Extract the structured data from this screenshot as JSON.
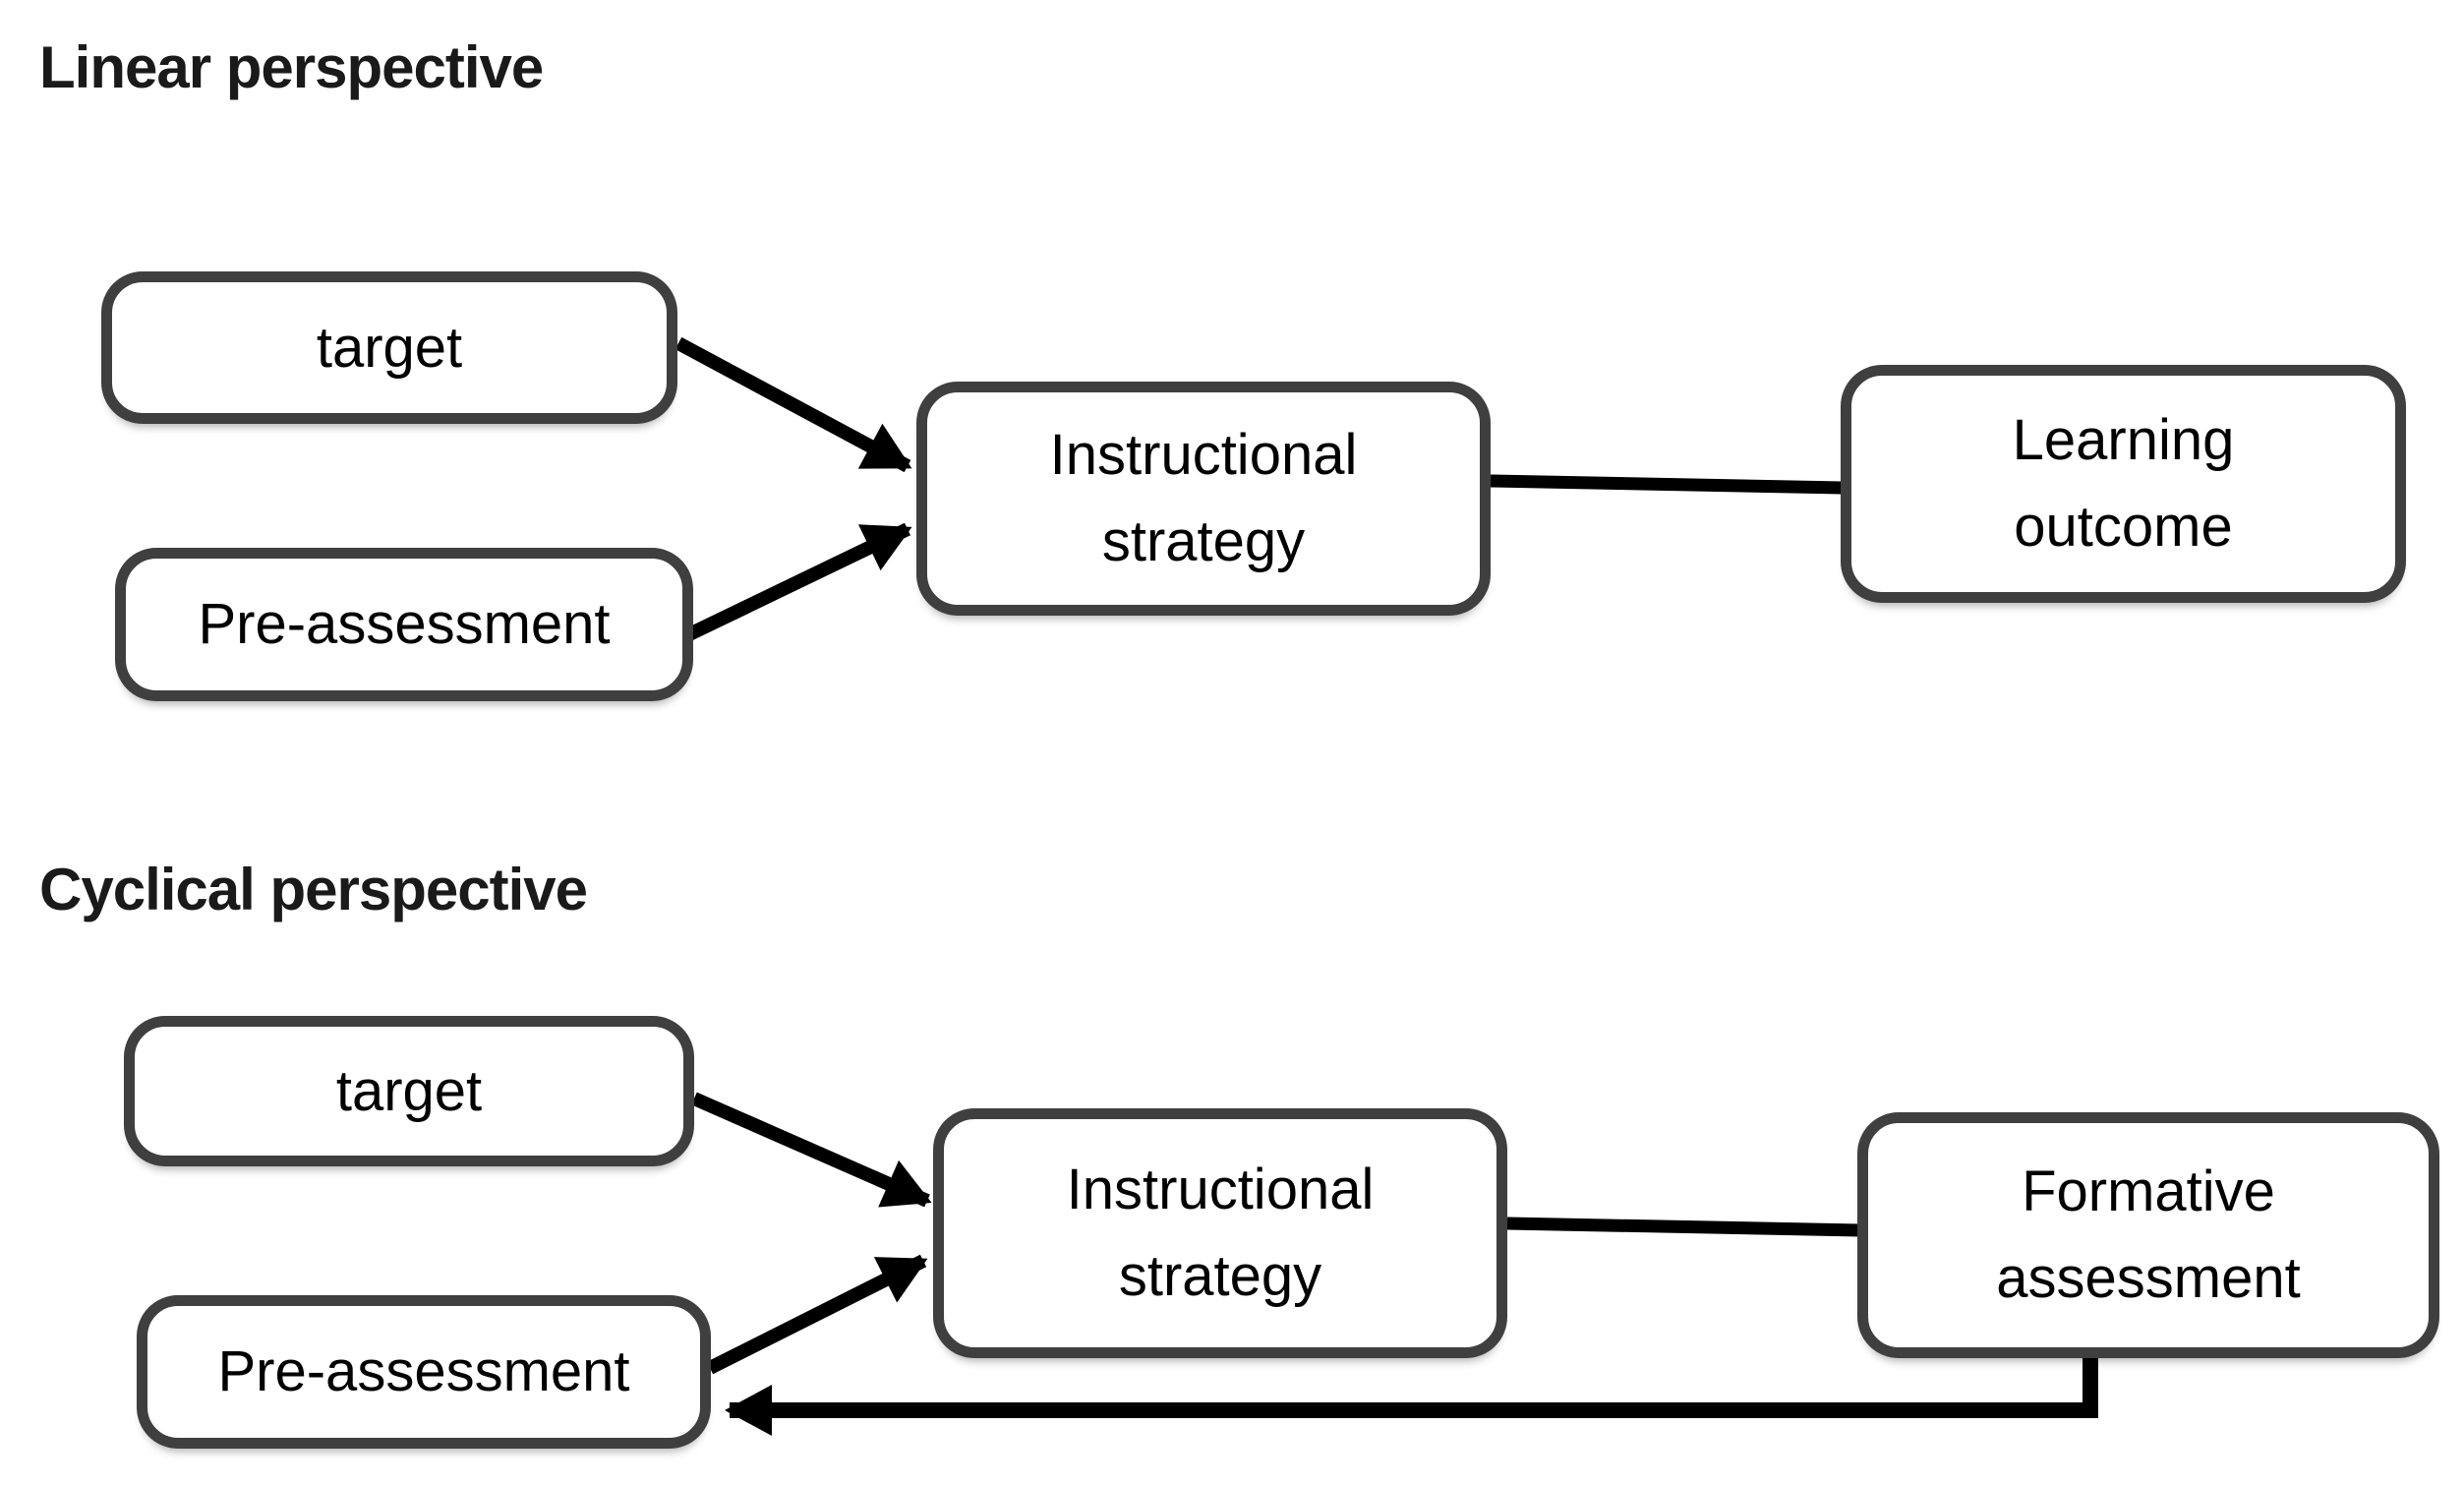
{
  "linear": {
    "title": "Linear perspective",
    "target": {
      "label": "target"
    },
    "pre_assessment": {
      "label": "Pre-assessment"
    },
    "instructional_strategy": {
      "line1": "Instructional",
      "line2": "strategy"
    },
    "learning_outcome": {
      "line1": "Learning",
      "line2": "outcome"
    },
    "edges": [
      {
        "from": "target",
        "to": "instructional_strategy",
        "arrow": true
      },
      {
        "from": "pre_assessment",
        "to": "instructional_strategy",
        "arrow": true
      },
      {
        "from": "instructional_strategy",
        "to": "learning_outcome",
        "arrow": false
      }
    ]
  },
  "cyclical": {
    "title": "Cyclical perspective",
    "target": {
      "label": "target"
    },
    "pre_assessment": {
      "label": "Pre-assessment"
    },
    "instructional_strategy": {
      "line1": "Instructional",
      "line2": "strategy"
    },
    "formative_assessment": {
      "line1": "Formative",
      "line2": "assessment"
    },
    "edges": [
      {
        "from": "target",
        "to": "instructional_strategy",
        "arrow": true
      },
      {
        "from": "pre_assessment",
        "to": "instructional_strategy",
        "arrow": true
      },
      {
        "from": "instructional_strategy",
        "to": "formative_assessment",
        "arrow": false
      },
      {
        "from": "formative_assessment",
        "to": "pre_assessment",
        "arrow": true
      }
    ]
  },
  "colors": {
    "border": "#3f3f3f",
    "connector": "#000000",
    "text": "#000000",
    "title": "#1a1a1a",
    "background": "#ffffff"
  }
}
